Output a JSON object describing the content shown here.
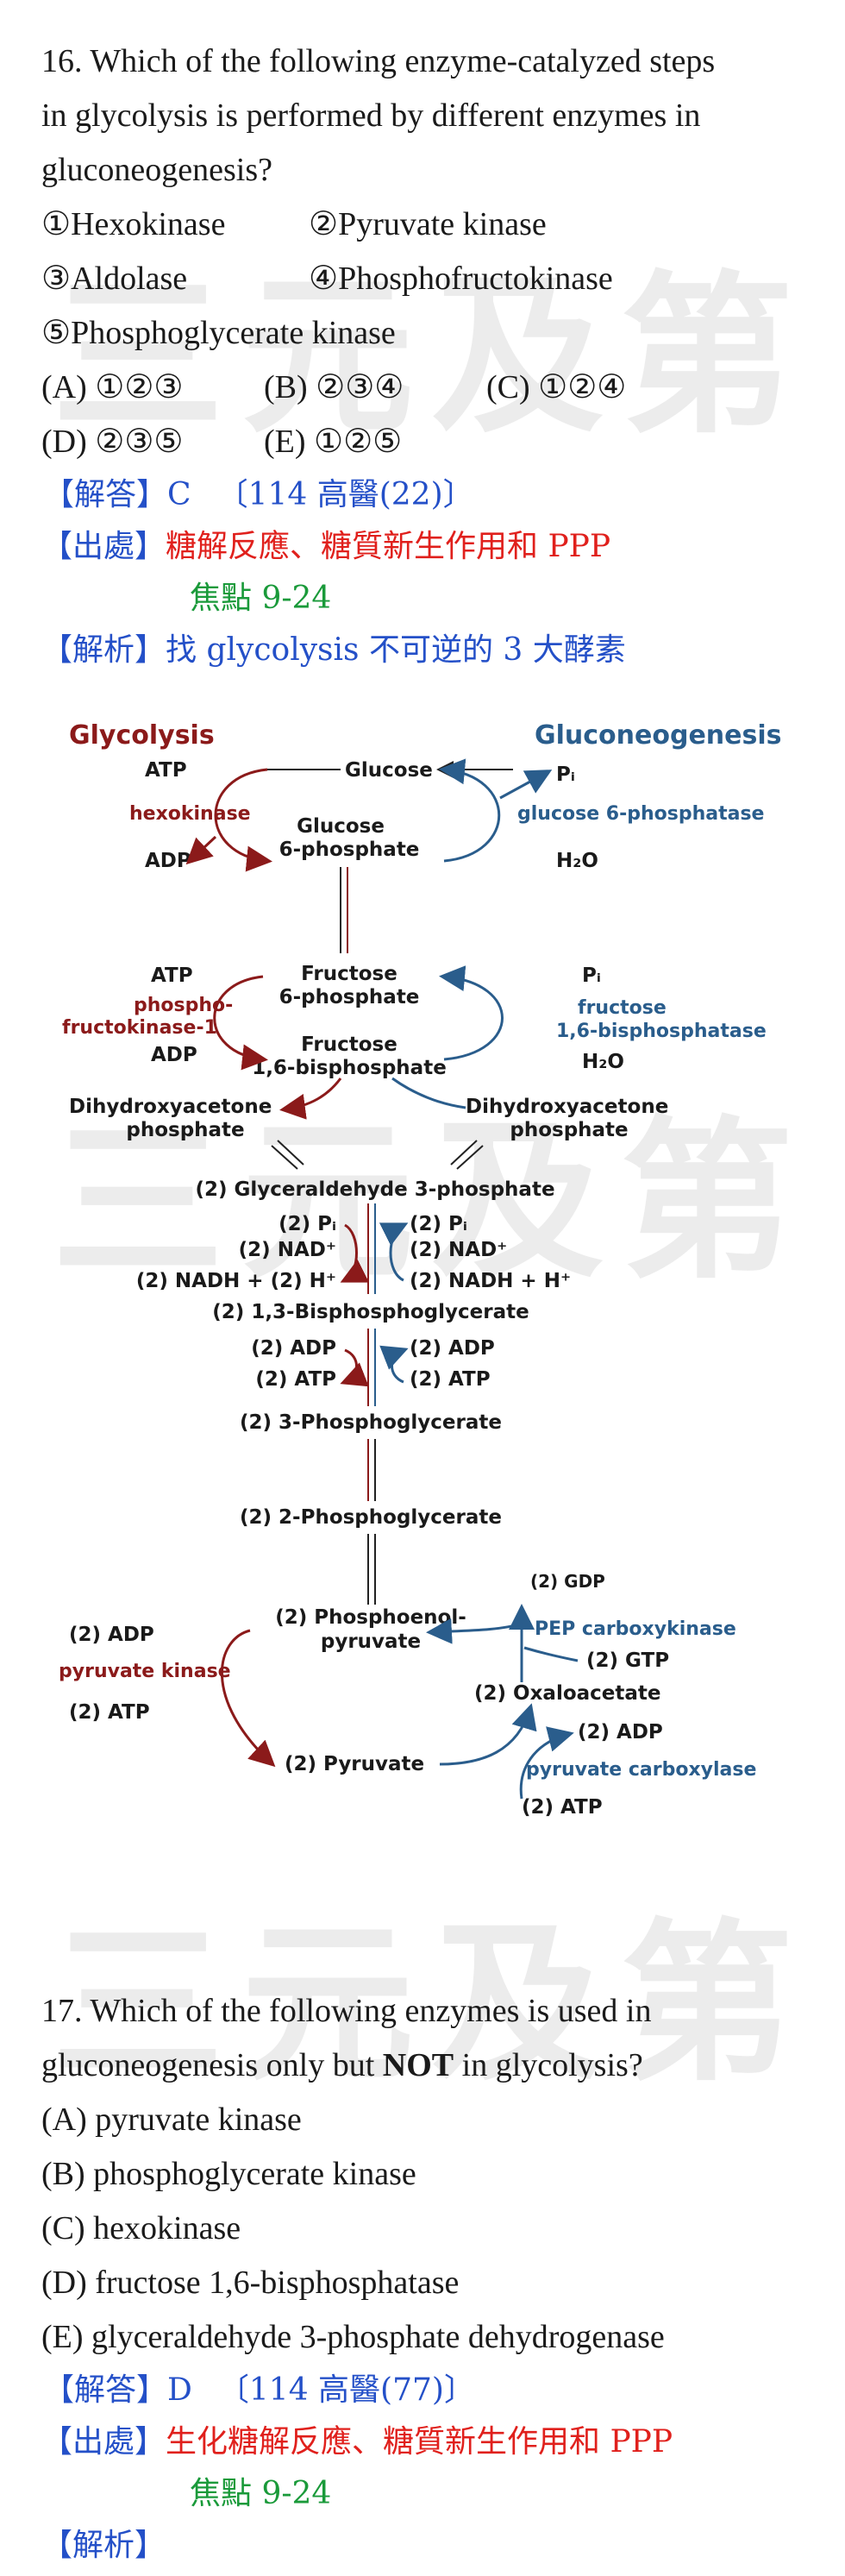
{
  "watermark": "三元及第",
  "q16": {
    "stem": [
      "16. Which of the following enzyme-catalyzed steps",
      "in glycolysis is performed by different enzymes in",
      "gluconeogenesis?"
    ],
    "items": [
      [
        "①Hexokinase",
        "②Pyruvate kinase"
      ],
      [
        "③Aldolase",
        "④Phosphofructokinase"
      ],
      [
        "⑤Phosphoglycerate kinase"
      ]
    ],
    "choices": [
      [
        "(A) ①②③",
        "(B) ②③④",
        "(C) ①②④"
      ],
      [
        "(D) ②③⑤",
        "(E) ①②⑤"
      ]
    ],
    "answer_label": "【解答】",
    "answer": "C",
    "answer_ref": "〔114 高醫(22)〕",
    "source_label": "【出處】",
    "source": "糖解反應、糖質新生作用和 PPP",
    "focus": "焦點 9-24",
    "explain_label": "【解析】",
    "explain": "找 glycolysis 不可逆的 3 大酵素"
  },
  "diagram": {
    "title_left": "Glycolysis",
    "title_right": "Gluconeogenesis",
    "glucose": "Glucose",
    "g6p": [
      "Glucose",
      "6-phosphate"
    ],
    "atp": "ATP",
    "hexokinase": "hexokinase",
    "adp": "ADP",
    "pi": "Pᵢ",
    "g6pase": "glucose 6-phosphatase",
    "h2o": "H₂O",
    "f6p": [
      "Fructose",
      "6-phosphate"
    ],
    "f16bp": [
      "Fructose",
      "1,6-bisphosphate"
    ],
    "pfk": [
      "phospho-",
      "fructokinase-1"
    ],
    "fbpase": [
      "fructose",
      "1,6-bisphosphatase"
    ],
    "dhap": [
      "Dihydroxyacetone",
      "phosphate"
    ],
    "gap": "(2) Glyceraldehyde 3-phosphate",
    "two_pi": "(2) Pᵢ",
    "two_nad": "(2) NAD⁺",
    "two_nadh_l": "(2) NADH + (2) H⁺",
    "two_nadh_r": "(2) NADH + H⁺",
    "bpg": "(2) 1,3-Bisphosphoglycerate",
    "two_adp": "(2) ADP",
    "two_atp": "(2) ATP",
    "pg3": "(2) 3-Phosphoglycerate",
    "pg2": "(2) 2-Phosphoglycerate",
    "pep": [
      "(2) Phosphoenol-",
      "pyruvate"
    ],
    "pyruvate_kinase": "pyruvate kinase",
    "gdp": "(2) GDP",
    "pepck": "PEP carboxykinase",
    "gtp": "(2) GTP",
    "oaa": "(2) Oxaloacetate",
    "pyruvate": "(2) Pyruvate",
    "pc": "pyruvate carboxylase"
  },
  "q17": {
    "stem": [
      "17. Which of the following enzymes is used in",
      "gluconeogenesis only but ",
      "NOT",
      " in glycolysis?"
    ],
    "options": [
      "(A) pyruvate kinase",
      "(B) phosphoglycerate kinase",
      "(C) hexokinase",
      "(D) fructose 1,6-bisphosphatase",
      "(E) glyceraldehyde 3-phosphate dehydrogenase"
    ],
    "answer_label": "【解答】",
    "answer": "D",
    "answer_ref": "〔114 高醫(77)〕",
    "source_label": "【出處】",
    "source": "生化糖解反應、糖質新生作用和 PPP",
    "focus": "焦點 9-24",
    "explain_label": "【解析】"
  },
  "colors": {
    "answer_blue": "#2450c8",
    "source_red": "#e0201c",
    "focus_green": "#1a9a3a",
    "glycolysis_red": "#8b1a1a",
    "gluconeo_blue": "#2a5d8c",
    "watermark_gray": "#ececec"
  }
}
